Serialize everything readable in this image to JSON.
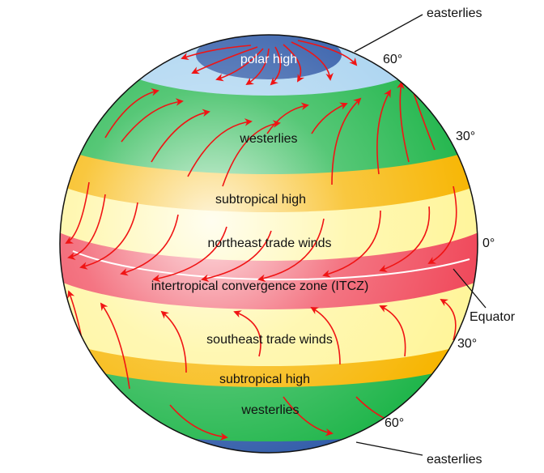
{
  "title": "Global wind and pressure belts",
  "colors": {
    "polar": "#2f5aa8",
    "cap": "#a9d3f0",
    "westerlies": "#1fb54a",
    "subtropical": "#f7b500",
    "trade": "#fff7a0",
    "itcz": "#f0485a",
    "wind": "#f01414"
  },
  "bands": {
    "polar_high": "polar high",
    "westerlies_north": "westerlies",
    "subtropical_high_north": "subtropical high",
    "northeast_trades": "northeast trade winds",
    "itcz": "intertropical convergence zone (ITCZ)",
    "southeast_trades": "southeast trade winds",
    "subtropical_high_south": "subtropical high",
    "westerlies_south": "westerlies"
  },
  "callouts": {
    "easterlies_north": "easterlies",
    "easterlies_south": "easterlies",
    "equator": "Equator"
  },
  "latitudes": {
    "n60": "60°",
    "n30": "30°",
    "eq": "0°",
    "s30": "30°",
    "s60": "60°"
  }
}
